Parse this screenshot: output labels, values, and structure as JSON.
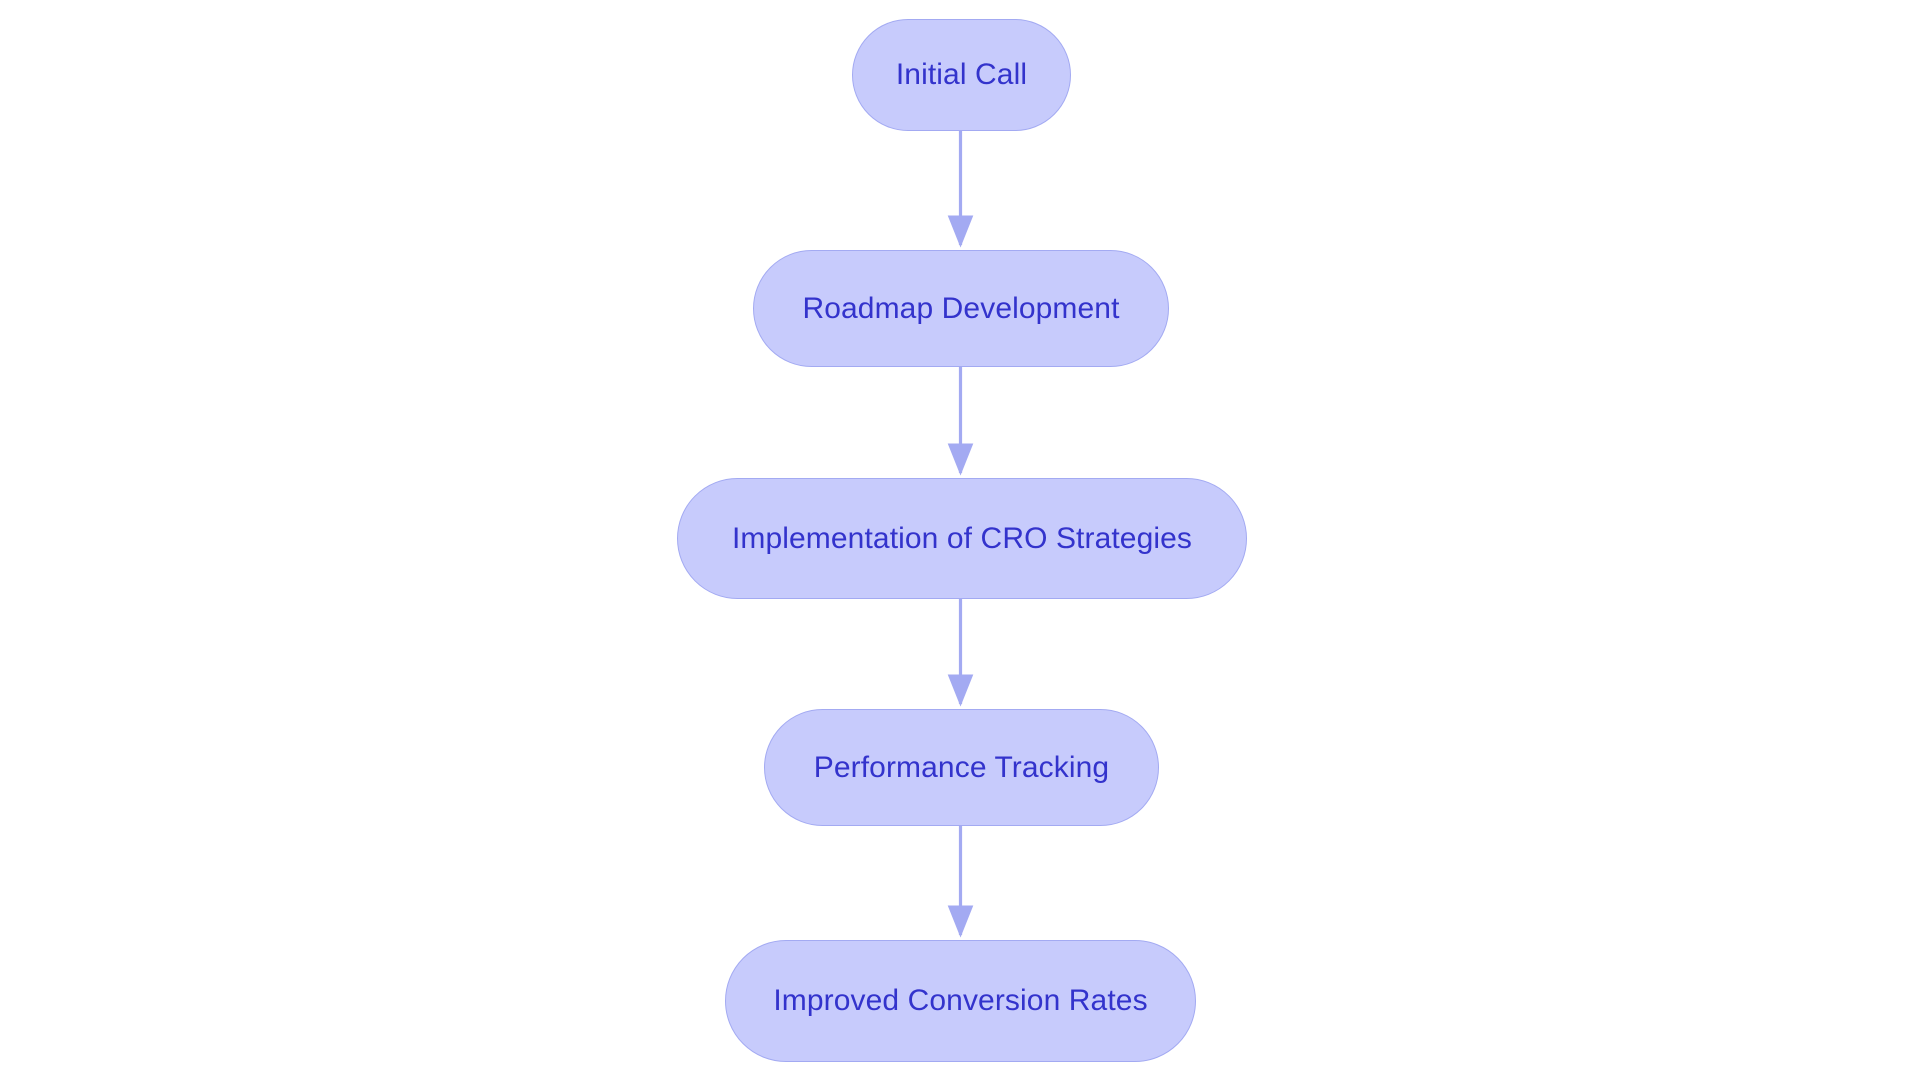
{
  "diagram": {
    "type": "flowchart",
    "orientation": "top-to-bottom",
    "background_color": "#ffffff",
    "node_fill_color": "#c7cbfc",
    "node_border_color": "#a3aaf2",
    "node_text_color": "#3333cc",
    "edge_color": "#a3aaf2",
    "nodes": [
      {
        "id": "initial-call",
        "label": "Initial Call"
      },
      {
        "id": "roadmap-development",
        "label": "Roadmap Development"
      },
      {
        "id": "implementation-cro",
        "label": "Implementation of CRO Strategies"
      },
      {
        "id": "performance-tracking",
        "label": "Performance Tracking"
      },
      {
        "id": "improved-conversion",
        "label": "Improved Conversion Rates"
      }
    ],
    "edges": [
      {
        "from": "initial-call",
        "to": "roadmap-development",
        "label": ""
      },
      {
        "from": "roadmap-development",
        "to": "implementation-cro",
        "label": ""
      },
      {
        "from": "implementation-cro",
        "to": "performance-tracking",
        "label": ""
      },
      {
        "from": "performance-tracking",
        "to": "improved-conversion",
        "label": ""
      }
    ]
  }
}
